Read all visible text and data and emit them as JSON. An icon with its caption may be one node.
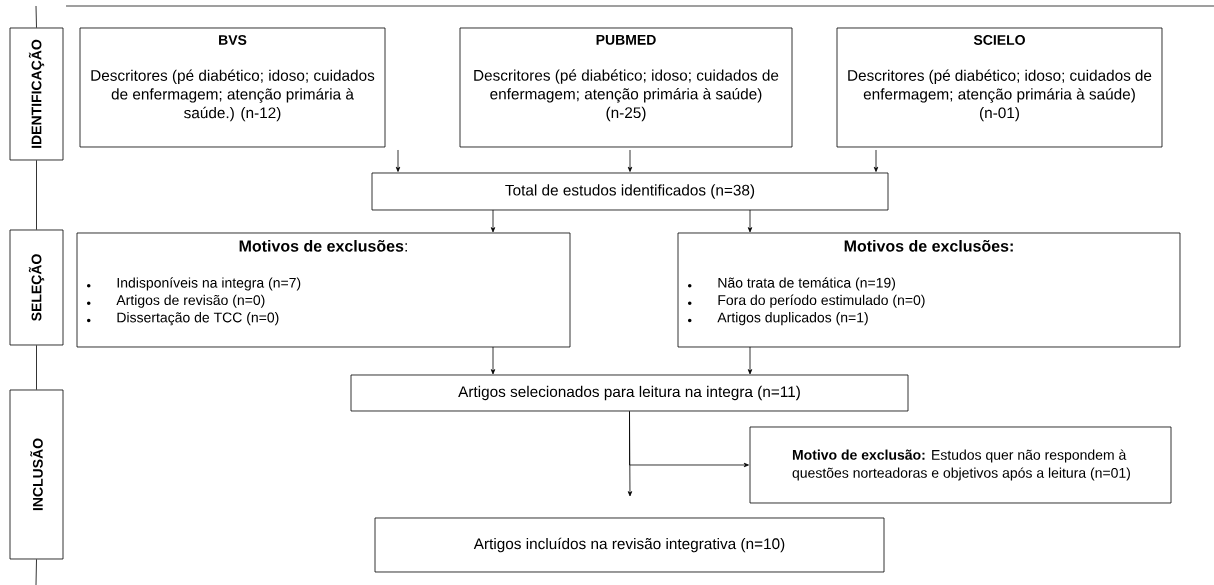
{
  "diagram": {
    "nodes": [
      {
        "text": [
          "IDENTIFICAÇÃO"
        ]
      },
      {
        "text": [
          "SELEÇÃO"
        ]
      },
      {
        "text": [
          "INCLUSÃO"
        ]
      },
      {
        "text": [
          "BVS",
          "Descritores (pé diabético; idoso; cuidados de enfermagem; atenção primária à saúde.) (n-12)"
        ]
      },
      {
        "text": [
          "PUBMED",
          "Descritores (pé diabético; idoso; cuidados de enfermagem; atenção primária à saúde) (n-25)"
        ]
      },
      {
        "text": [
          "SCIELO",
          "Descritores (pé diabético; idoso; cuidados de enfermagem; atenção primária à saúde) (n-01)"
        ]
      },
      {
        "text": [
          "Total de estudos identificados (n=38)"
        ]
      },
      {
        "text": [
          "**Motivos de exclusões**:",
          "Indisponíveis na integra (n=7)",
          "Artigos de revisão (n=0)",
          "Dissertação de TCC (n=0)"
        ]
      },
      {
        "text": [
          "Motivos de exclusões:",
          "Não trata de temática (n=19)",
          "Fora do período estimulado (n=0)",
          "Artigos duplicados (n=1)"
        ]
      },
      {
        "text": [
          "Artigos selecionados para leitura na integra (n=11)"
        ]
      },
      {
        "text": [
          "**Motivo de exclusão:** Estudos quer não respondem à questões norteadoras e objetivos após a leitura (n=01)"
        ]
      },
      {
        "text": [
          "Artigos incluídos na revisão integrativa (n=10)"
        ]
      }
    ],
    "edges": [
      {
        "from": 0,
        "to": null,
        "arrow": "none"
      },
      {
        "from": 0,
        "to": 1,
        "arrow": "none"
      },
      {
        "from": 1,
        "to": 2,
        "arrow": "none"
      },
      {
        "from": 2,
        "to": null,
        "arrow": "none"
      },
      {
        "from": 3,
        "to": 6,
        "arrow": "to"
      },
      {
        "from": 4,
        "to": 6,
        "arrow": "to"
      },
      {
        "from": 5,
        "to": 6,
        "arrow": "to"
      },
      {
        "from": 6,
        "to": 7,
        "arrow": "to"
      },
      {
        "from": 6,
        "to": 8,
        "arrow": "to"
      },
      {
        "from": 7,
        "to": 9,
        "arrow": "to"
      },
      {
        "from": 8,
        "to": 9,
        "arrow": "to"
      },
      {
        "from": 9,
        "to": 10,
        "arrow": "to"
      },
      {
        "from": 9,
        "to": 11,
        "arrow": "to"
      }
    ]
  }
}
